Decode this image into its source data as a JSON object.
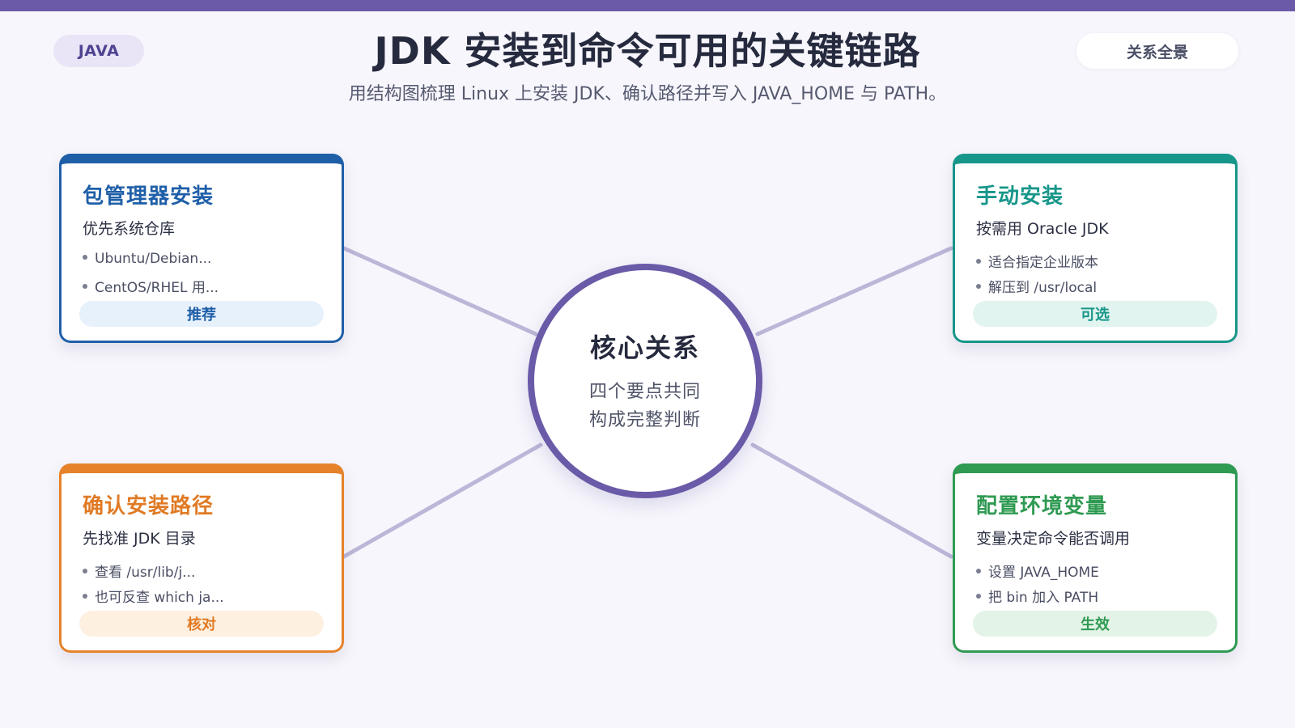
{
  "header": {
    "tag": "JAVA",
    "title": "JDK 安装到命令可用的关键链路",
    "subtitle": "用结构图梳理 Linux 上安装 JDK、确认路径并写入 JAVA_HOME 与 PATH。",
    "badge": "关系全景"
  },
  "hub": {
    "title": "核心关系",
    "line1": "四个要点共同",
    "line2": "构成完整判断",
    "color": "#6a5aa8"
  },
  "cards": {
    "pkg": {
      "title": "包管理器安装",
      "subtitle": "优先系统仓库",
      "bullet1": "Ubuntu/Debian...",
      "bullet2": "CentOS/RHEL 用...",
      "pill": "推荐",
      "color": "#1f5fa8"
    },
    "manual": {
      "title": "手动安装",
      "subtitle": "按需用 Oracle JDK",
      "bullet1": "适合指定企业版本",
      "bullet2": "解压到 /usr/local",
      "pill": "可选",
      "color": "#17968a"
    },
    "path": {
      "title": "确认安装路径",
      "subtitle": "先找准 JDK 目录",
      "bullet1": "查看 /usr/lib/j...",
      "bullet2": "也可反查 which ja...",
      "pill": "核对",
      "color": "#e6822a"
    },
    "env": {
      "title": "配置环境变量",
      "subtitle": "变量决定命令能否调用",
      "bullet1": "设置 JAVA_HOME",
      "bullet2": "把 bin 加入 PATH",
      "pill": "生效",
      "color": "#2f9a52"
    }
  },
  "connector_color": "#bdb6d8",
  "accent": "#6a5aa8"
}
